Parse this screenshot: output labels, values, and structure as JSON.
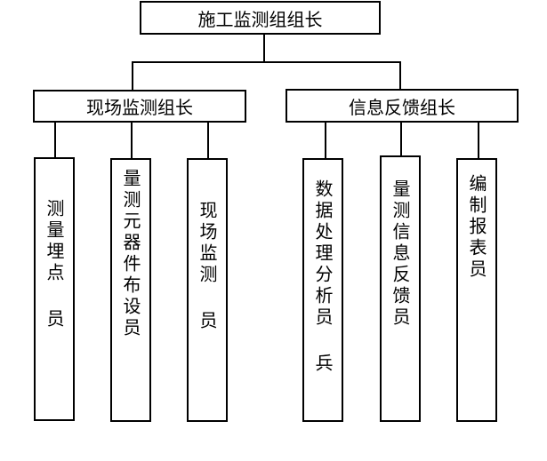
{
  "root": {
    "label": "施工监测组组长"
  },
  "branches": [
    {
      "label": "现场监测组长",
      "children": [
        "测量埋点 员",
        "量测元器件布设员",
        "现场监测 员"
      ]
    },
    {
      "label": "信息反馈组长",
      "children": [
        "数据处理分析员 兵",
        "量测信息反馈员",
        "编制报表员"
      ]
    }
  ]
}
